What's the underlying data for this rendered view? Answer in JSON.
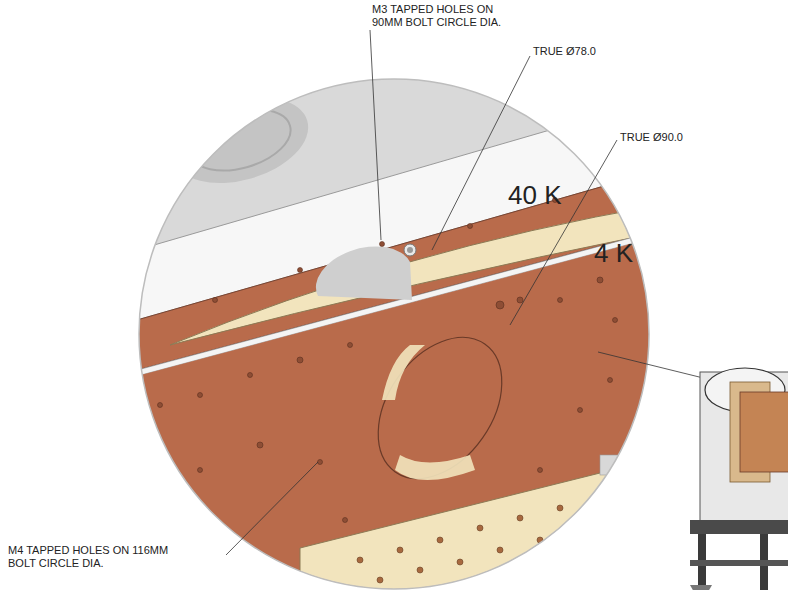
{
  "diagram": {
    "labels": [
      "M3 TAPPED HOLES ON 90MM BOLT CIRCLE DIA.",
      "TRUE Ø78.0",
      "TRUE Ø90.0",
      "40 K",
      "4 K",
      "M4 TAPPED HOLES ON 116MM BOLT CIRCLE DIA."
    ]
  }
}
